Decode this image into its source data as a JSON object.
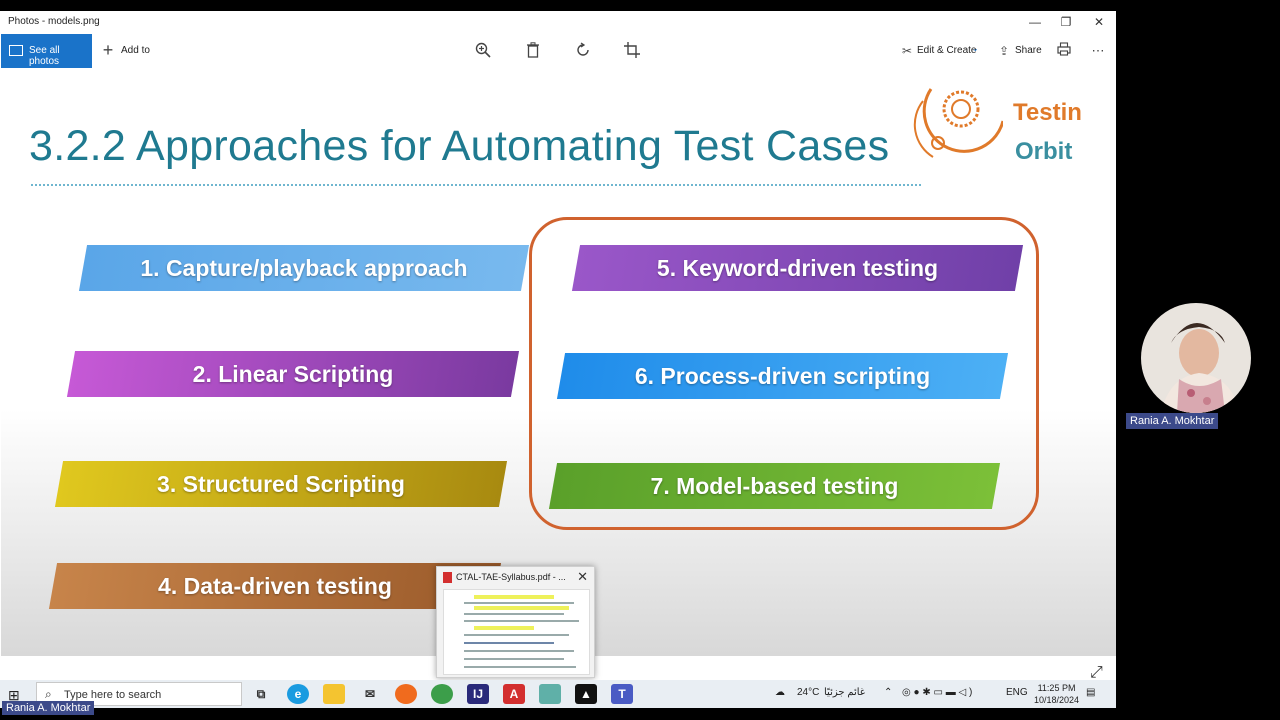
{
  "window": {
    "title": "Photos - models.png",
    "controls": {
      "minimize": "—",
      "restore": "❐",
      "close": "✕"
    }
  },
  "toolbar": {
    "see_all_photos": "See all photos",
    "add_to": "Add to",
    "edit_create": "Edit & Create",
    "share": "Share",
    "icons": [
      "zoom-in-icon",
      "delete-icon",
      "rotate-icon",
      "crop-icon",
      "print-icon",
      "more-icon"
    ]
  },
  "slide": {
    "title": "3.2.2 Approaches for Automating Test Cases",
    "logo": {
      "line1": "Testin",
      "line2": "Orbit"
    },
    "approaches": [
      {
        "label": "1. Capture/playback approach",
        "color": "#5aa6e8"
      },
      {
        "label": "2. Linear Scripting",
        "color": "#b04fc4"
      },
      {
        "label": "3. Structured Scripting",
        "color": "#c8b416"
      },
      {
        "label": "4. Data-driven testing",
        "color": "#c0773a"
      },
      {
        "label": "5. Keyword-driven testing",
        "color": "#8d4fbf"
      },
      {
        "label": "6. Process-driven scripting",
        "color": "#2a95ef"
      },
      {
        "label": "7. Model-based testing",
        "color": "#6aa82a"
      }
    ],
    "highlight_color": "#d0622e"
  },
  "preview": {
    "title": "CTAL-TAE-Syllabus.pdf - ...",
    "close": "✕"
  },
  "taskbar": {
    "search_placeholder": "Type here to search",
    "weather": "24°C",
    "weather_text": "غائم جزئيًا",
    "language": "ENG",
    "time": "11:25 PM",
    "date": "10/18/2024"
  },
  "participant": {
    "name": "Rania A. Mokhtar"
  }
}
